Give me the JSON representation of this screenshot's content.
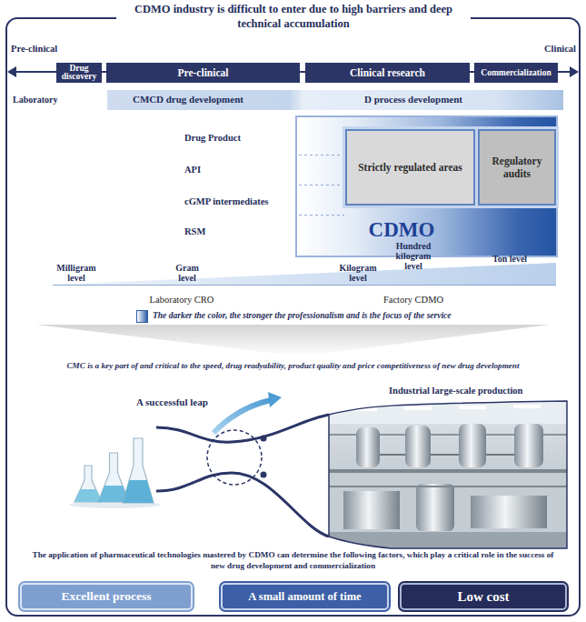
{
  "diagram": {
    "title": "CDMO industry is difficult to enter due to high barriers and deep technical accumulation",
    "nodes": [
      {
        "text": [
          "Drug discovery"
        ]
      },
      {
        "text": [
          "Pre-clinical"
        ]
      },
      {
        "text": [
          "Clinical research"
        ]
      },
      {
        "text": [
          "Commercialization"
        ]
      },
      {
        "text": [
          "CMC",
          "D drug development",
          "D process development"
        ]
      },
      {
        "text": [
          "CDMO"
        ]
      },
      {
        "text": [
          "Strictly regulated areas"
        ],
        "in": 5
      },
      {
        "text": [
          "Regulatory audits"
        ],
        "in": 5
      },
      {
        "text": [
          "Excellent process"
        ]
      },
      {
        "text": [
          "A small amount of time"
        ]
      },
      {
        "text": [
          "Low cost"
        ]
      }
    ],
    "labels": [
      "Pre-clinical",
      "Clinical",
      "Laboratory",
      "Drug Product",
      "API",
      "cGMP intermediates",
      "RSM",
      "Milligram level",
      "Gram level",
      "Kilogram level",
      "Hundred kilogram level",
      "Ton level",
      "Laboratory CRO",
      "Factory CDMO",
      "CMC is a key part of and critical to the speed, drug readyability, product quality and price competitiveness of new drug development",
      "A successful leap",
      "Industrial large-scale production",
      "The application of pharmaceutical technologies mastered by CDMO can determine the following factors, which play a critical role in the success of new drug development and commercialization"
    ],
    "legend": [
      {
        "text": "The darker the color, the stronger the professionalism and is the focus of the service",
        "color": "#2f5fa8"
      }
    ]
  }
}
